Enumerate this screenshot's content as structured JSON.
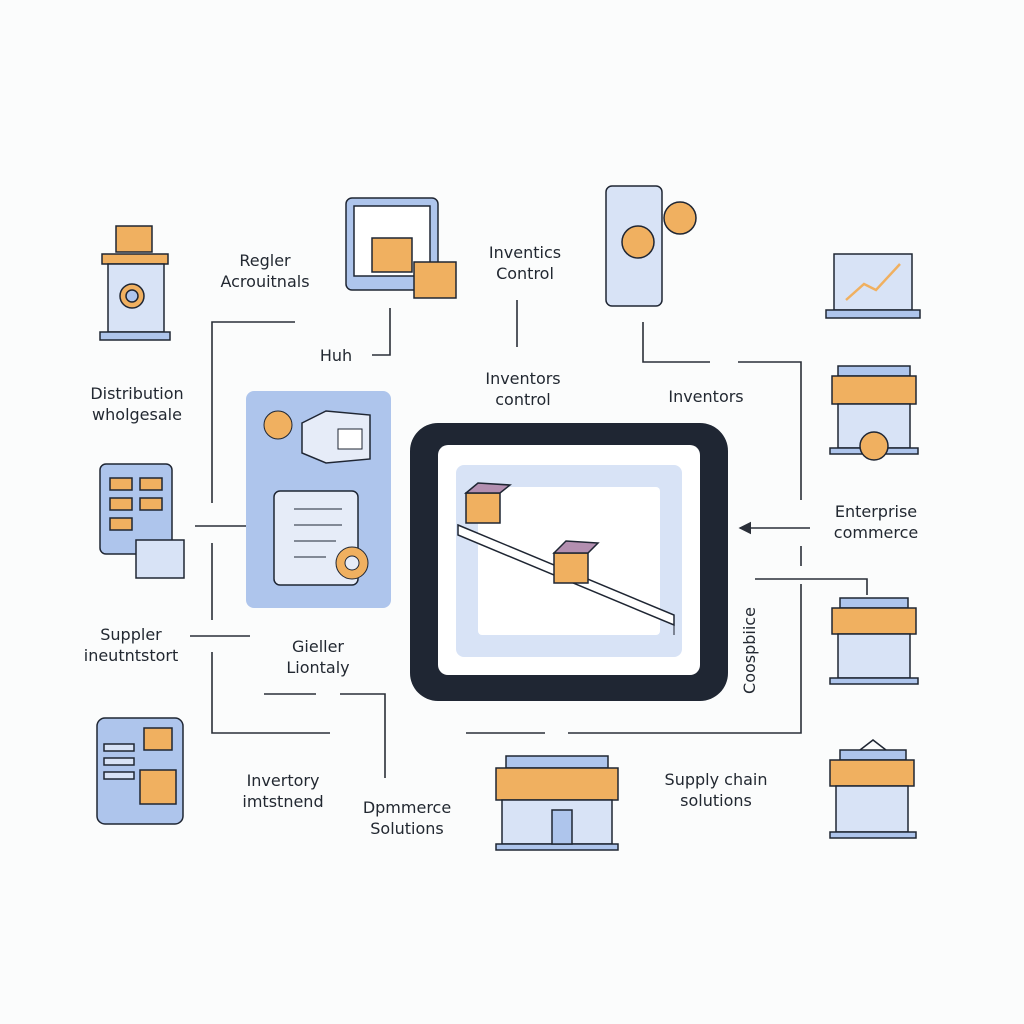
{
  "labels": {
    "regler": [
      "Regler",
      "Acrouitnals"
    ],
    "inventics": [
      "Inventics",
      "Control"
    ],
    "huh": "Huh",
    "distribution": [
      "Distribution",
      "wholgesale"
    ],
    "inventors_control": [
      "Inventors",
      "control"
    ],
    "inventors": "Inventors",
    "enterprise": [
      "Enterprise",
      "commerce"
    ],
    "suppler": [
      "Suppler",
      "ineutntstort"
    ],
    "gieller": [
      "Gieller",
      "Liontaly"
    ],
    "coospbiice": "Coospbiice",
    "invertory": [
      "Invertory",
      "imtstnend"
    ],
    "dpmmerce": [
      "Dpmmerce",
      "Solutions"
    ],
    "supply_chain": [
      "Supply chain",
      "solutions"
    ]
  },
  "colors": {
    "accent_blue": "#a9c1ea",
    "accent_orange": "#f0b060",
    "frame_dark": "#1f2633",
    "line": "#2a2f38"
  }
}
